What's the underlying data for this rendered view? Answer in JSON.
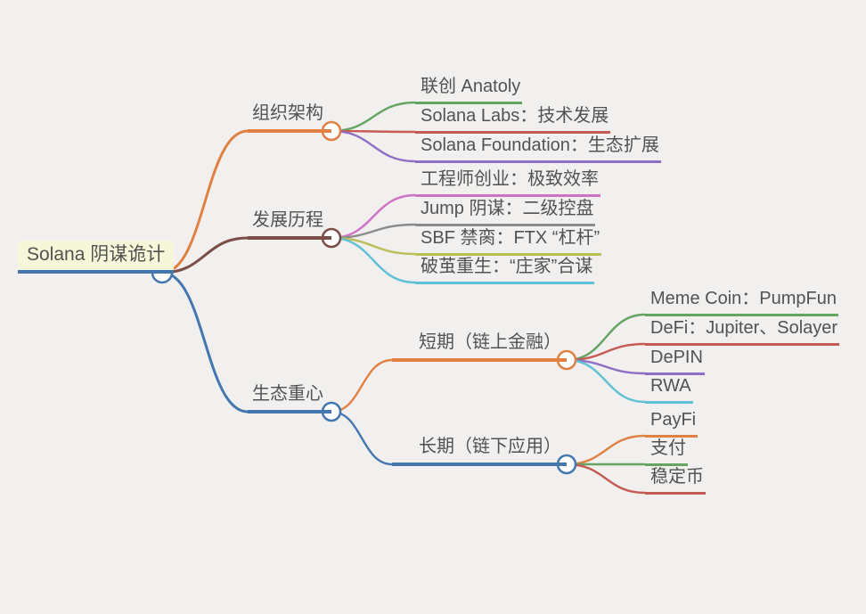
{
  "colors": {
    "background": "#f1f0ee",
    "text": "#525252",
    "root_highlight": "#f6f6d9",
    "blue": "#4477af",
    "orange": "#e08142",
    "maroon": "#7b4d47",
    "green": "#64a562",
    "red": "#c65a54",
    "purple": "#8e6fc4",
    "pink": "#ce72c4",
    "gray": "#8b8b8b",
    "olive": "#babe57",
    "cyan": "#5fc1d5"
  },
  "tree": {
    "root": {
      "label": "Solana 阴谋诡计"
    },
    "branches": [
      {
        "label": "组织架构",
        "children": [
          {
            "label": "联创 Anatoly"
          },
          {
            "label": "Solana Labs：技术发展"
          },
          {
            "label": "Solana Foundation：生态扩展"
          }
        ]
      },
      {
        "label": "发展历程",
        "children": [
          {
            "label": "工程师创业：极致效率"
          },
          {
            "label": "Jump 阴谋：二级控盘"
          },
          {
            "label": "SBF 禁脔：FTX “杠杆”"
          },
          {
            "label": "破茧重生：“庄家”合谋"
          }
        ]
      },
      {
        "label": "生态重心",
        "children": [
          {
            "label": "短期（链上金融）",
            "children": [
              {
                "label": "Meme Coin：PumpFun"
              },
              {
                "label": "DeFi：Jupiter、Solayer"
              },
              {
                "label": "DePIN"
              },
              {
                "label": "RWA"
              }
            ]
          },
          {
            "label": "长期（链下应用）",
            "children": [
              {
                "label": "PayFi"
              },
              {
                "label": "支付"
              },
              {
                "label": "稳定币"
              }
            ]
          }
        ]
      }
    ]
  }
}
